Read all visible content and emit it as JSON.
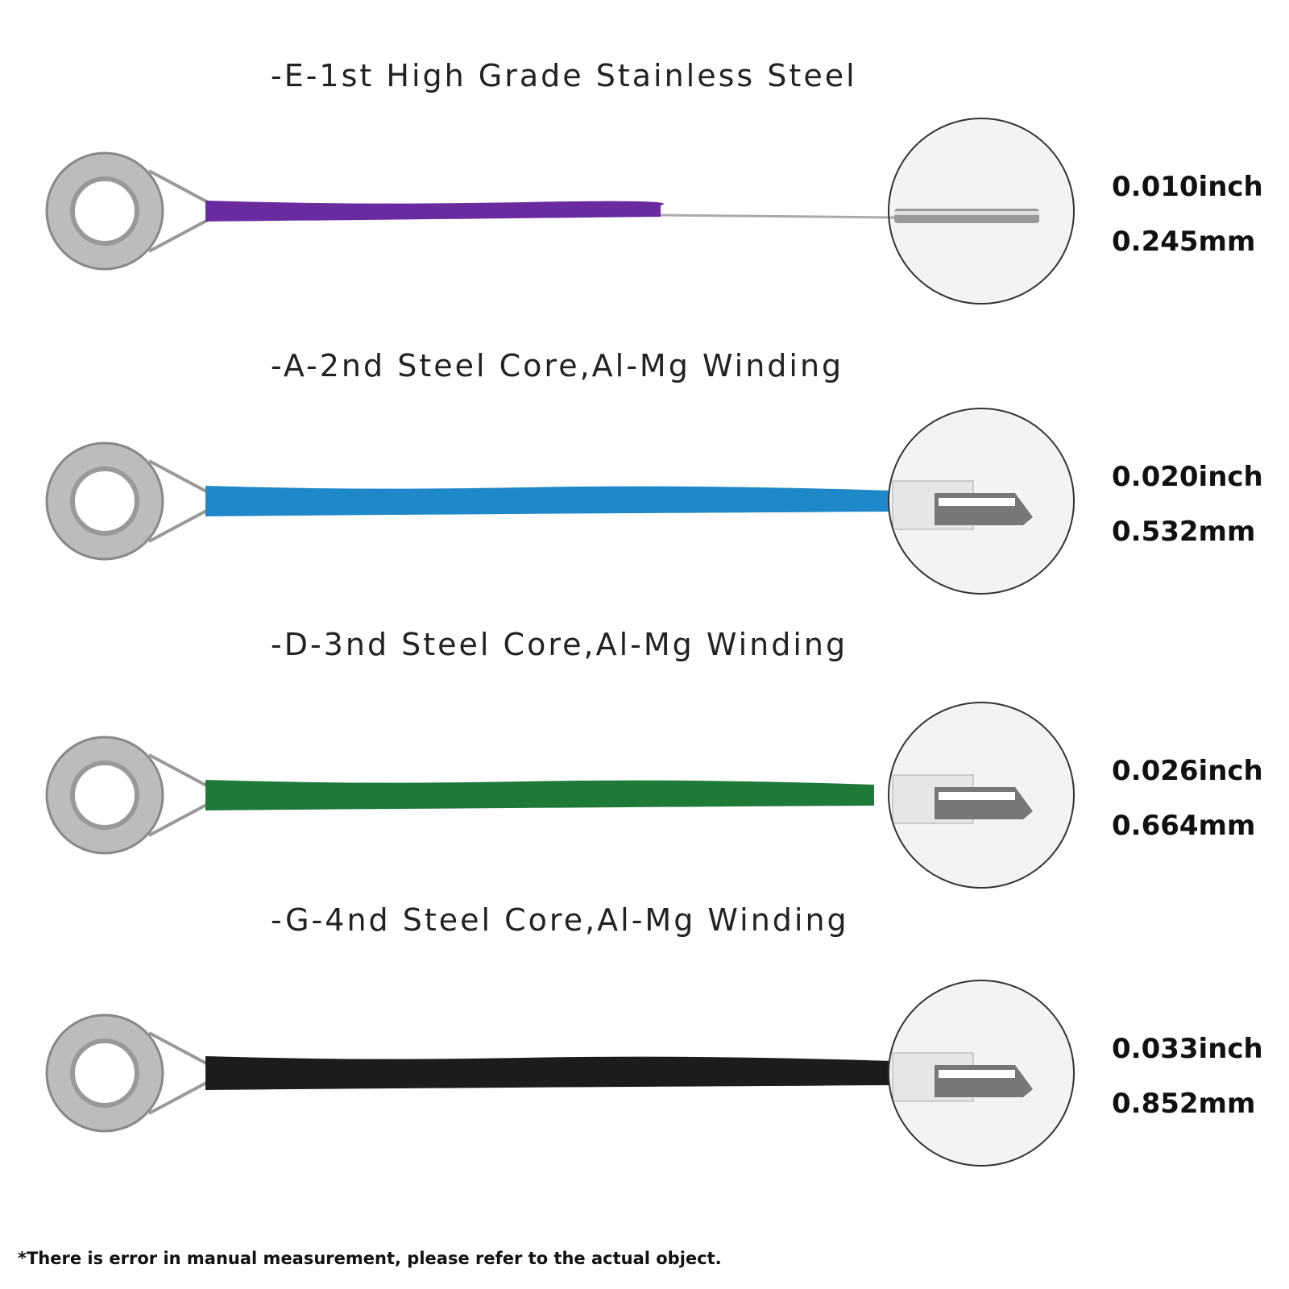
{
  "strings": [
    {
      "name": "E",
      "label": "-E-1st High Grade Stainless Steel",
      "inch": "0.010inch",
      "mm": "0.245mm",
      "color": "#6a2aa0",
      "tip": "plain"
    },
    {
      "name": "A",
      "label": "-A-2nd Steel Core,Al-Mg Winding",
      "inch": "0.020inch",
      "mm": "0.532mm",
      "color": "#1e88c8",
      "tip": "wound"
    },
    {
      "name": "D",
      "label": "-D-3nd Steel Core,Al-Mg Winding",
      "inch": "0.026inch",
      "mm": "0.664mm",
      "color": "#1f7a3a",
      "tip": "wound"
    },
    {
      "name": "G",
      "label": "-G-4nd Steel Core,Al-Mg Winding",
      "inch": "0.033inch",
      "mm": "0.852mm",
      "color": "#1c1c1c",
      "tip": "wound"
    }
  ],
  "footnote": "*There is error in manual measurement, please refer to the actual object."
}
